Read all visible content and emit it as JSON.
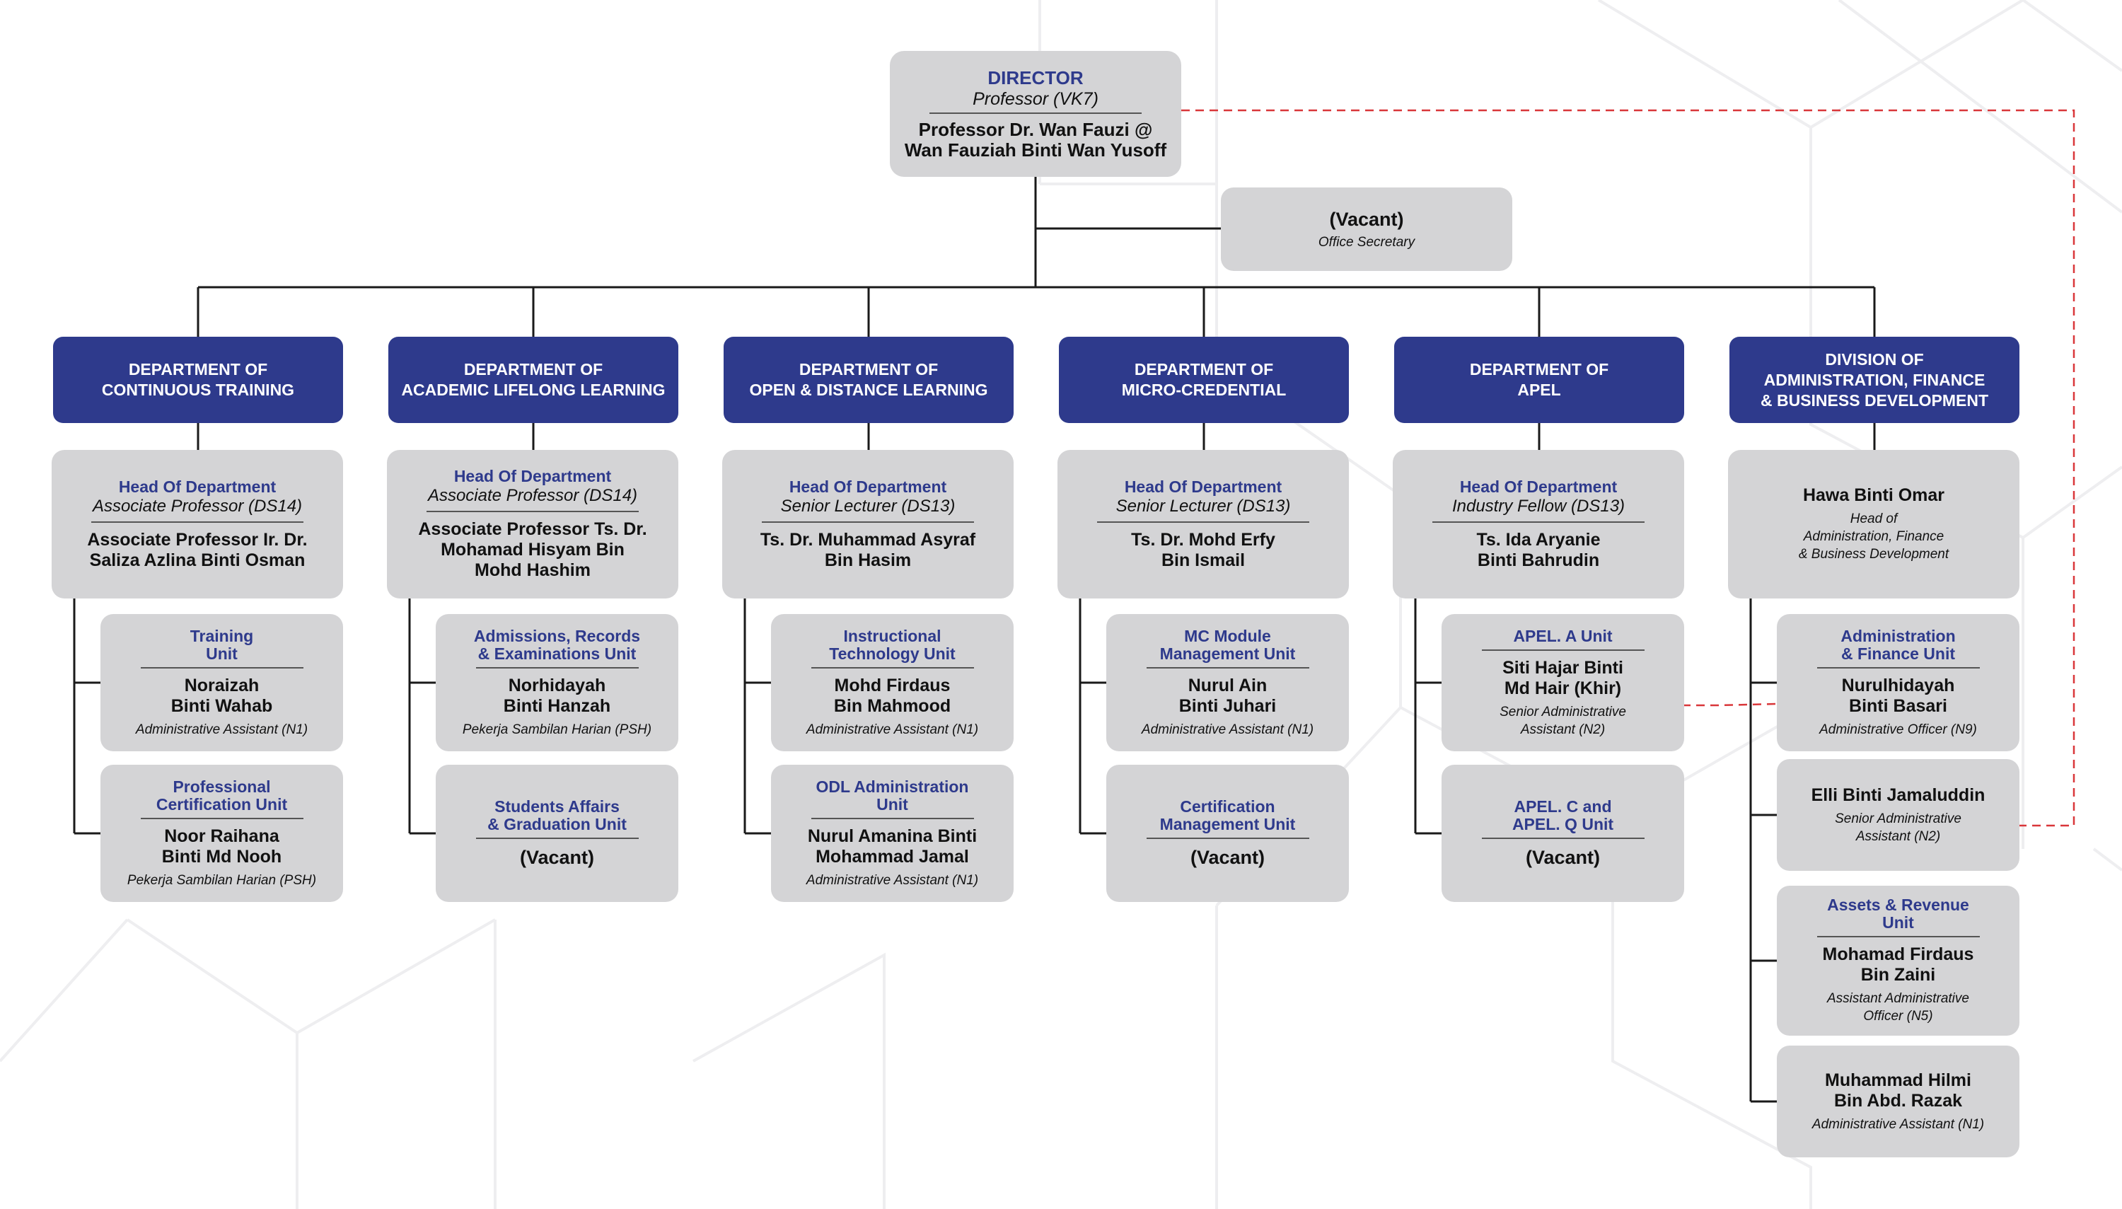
{
  "director": {
    "title": "DIRECTOR",
    "grade": "Professor (VK7)",
    "name": "Professor Dr. Wan Fauzi @\nWan Fauziah Binti Wan Yusoff"
  },
  "secretary": {
    "name": "(Vacant)",
    "post": "Office Secretary"
  },
  "departments": [
    {
      "title": "DEPARTMENT OF\nCONTINUOUS TRAINING",
      "head": {
        "role": "Head Of Department",
        "grade": "Associate Professor (DS14)",
        "name": "Associate Professor Ir. Dr.\nSaliza Azlina Binti Osman"
      },
      "units": [
        {
          "role": "Training\nUnit",
          "name": "Noraizah\nBinti Wahab",
          "post": "Administrative Assistant (N1)"
        },
        {
          "role": "Professional\nCertification Unit",
          "name": "Noor Raihana\nBinti Md Nooh",
          "post": "Pekerja Sambilan Harian (PSH)"
        }
      ]
    },
    {
      "title": "DEPARTMENT OF\nACADEMIC LIFELONG LEARNING",
      "head": {
        "role": "Head Of Department",
        "grade": "Associate Professor (DS14)",
        "name": "Associate Professor Ts. Dr.\nMohamad Hisyam Bin\nMohd Hashim"
      },
      "units": [
        {
          "role": "Admissions, Records\n& Examinations Unit",
          "name": "Norhidayah\nBinti Hanzah",
          "post": "Pekerja Sambilan Harian (PSH)"
        },
        {
          "role": "Students Affairs\n& Graduation Unit",
          "name": "(Vacant)",
          "post": ""
        }
      ]
    },
    {
      "title": "DEPARTMENT OF\nOPEN & DISTANCE LEARNING",
      "head": {
        "role": "Head Of Department",
        "grade": "Senior Lecturer (DS13)",
        "name": "Ts. Dr. Muhammad Asyraf\nBin Hasim"
      },
      "units": [
        {
          "role": "Instructional\nTechnology Unit",
          "name": "Mohd Firdaus\nBin Mahmood",
          "post": "Administrative Assistant (N1)"
        },
        {
          "role": "ODL Administration\nUnit",
          "name": "Nurul Amanina Binti\nMohammad Jamal",
          "post": "Administrative Assistant (N1)"
        }
      ]
    },
    {
      "title": "DEPARTMENT OF\nMICRO-CREDENTIAL",
      "head": {
        "role": "Head Of Department",
        "grade": "Senior Lecturer (DS13)",
        "name": "Ts. Dr. Mohd Erfy\nBin Ismail"
      },
      "units": [
        {
          "role": "MC Module\nManagement Unit",
          "name": "Nurul Ain\nBinti Juhari",
          "post": "Administrative Assistant (N1)"
        },
        {
          "role": "Certification\nManagement Unit",
          "name": "(Vacant)",
          "post": ""
        }
      ]
    },
    {
      "title": "DEPARTMENT OF\nAPEL",
      "head": {
        "role": "Head Of Department",
        "grade": "Industry Fellow (DS13)",
        "name": "Ts. Ida Aryanie\nBinti Bahrudin"
      },
      "units": [
        {
          "role": "APEL. A Unit",
          "name": "Siti Hajar Binti\nMd Hair (Khir)",
          "post": "Senior Administrative\nAssistant (N2)"
        },
        {
          "role": "APEL. C and\nAPEL. Q Unit",
          "name": "(Vacant)",
          "post": ""
        }
      ]
    },
    {
      "title": "DIVISION OF\nADMINISTRATION, FINANCE\n& BUSINESS DEVELOPMENT",
      "head": {
        "name": "Hawa Binti Omar",
        "post": "Head of\nAdministration, Finance\n& Business Development"
      },
      "units": [
        {
          "role": "Administration\n& Finance Unit",
          "name": "Nurulhidayah\nBinti Basari",
          "post": "Administrative Officer (N9)"
        },
        {
          "name": "Elli Binti Jamaluddin",
          "post": "Senior Administrative\nAssistant (N2)"
        },
        {
          "role": "Assets & Revenue\nUnit",
          "name": "Mohamad Firdaus\nBin Zaini",
          "post": "Assistant Administrative\nOfficer (N5)"
        },
        {
          "name": "Muhammad Hilmi\nBin Abd. Razak",
          "post": "Administrative Assistant (N1)"
        }
      ]
    }
  ],
  "colors": {
    "navy": "#2e3a8c",
    "box": "#d4d4d6",
    "dashed": "#d9373a",
    "line": "#1a1a1a"
  }
}
